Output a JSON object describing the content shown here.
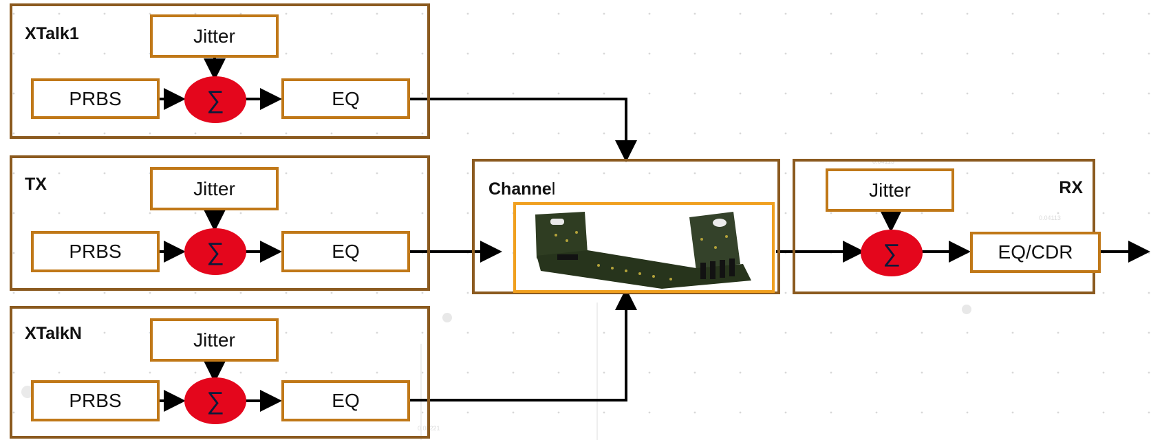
{
  "colors": {
    "group_border": "#8b5a1f",
    "block_border": "#c07818",
    "channel_image_border": "#f0a020",
    "sum_fill": "#e4061c",
    "arrow": "#000000"
  },
  "groups": {
    "xtalk1": {
      "title": "XTalk1",
      "jitter": "Jitter",
      "source": "PRBS",
      "sum": "∑",
      "eq": "EQ"
    },
    "tx": {
      "title": "TX",
      "jitter": "Jitter",
      "source": "PRBS",
      "sum": "∑",
      "eq": "EQ"
    },
    "xtalkn": {
      "title": "XTalkN",
      "jitter": "Jitter",
      "source": "PRBS",
      "sum": "∑",
      "eq": "EQ"
    }
  },
  "channel": {
    "title_bold": "Channe",
    "title_rest": "l",
    "image": "backplane-board-photo"
  },
  "rx": {
    "title": "RX",
    "jitter": "Jitter",
    "sum": "∑",
    "eq_cdr": "EQ/CDR"
  },
  "background_watermark_labels": [
    "0.04113",
    "0.04113",
    "0.08221"
  ]
}
